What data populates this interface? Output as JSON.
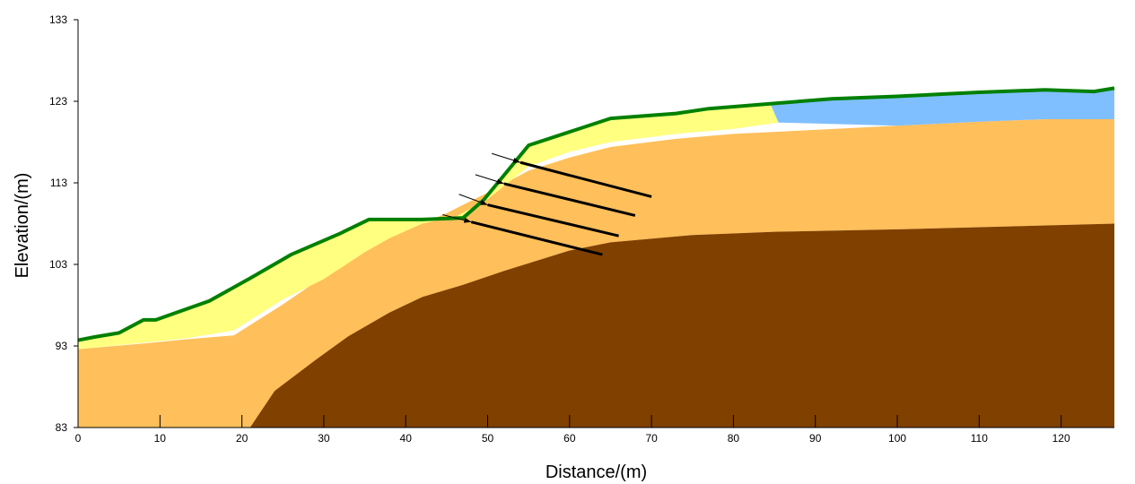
{
  "chart_data": {
    "type": "area",
    "xlabel": "Distance/(m)",
    "ylabel": "Elevation/(m)",
    "xlim": [
      0,
      126.5
    ],
    "ylim": [
      83,
      133
    ],
    "x_ticks": [
      0,
      10,
      20,
      30,
      40,
      50,
      60,
      70,
      80,
      90,
      100,
      110,
      120
    ],
    "y_ticks": [
      83,
      93,
      103,
      113,
      123,
      133
    ],
    "colors": {
      "bedrock": "#804000",
      "middle_layer": "#ffbf5a",
      "top_layer": "#ffff80",
      "water": "#80bfff",
      "ground_surface_line": "#008000",
      "anchor": "#000000"
    },
    "layers": [
      {
        "color_key": "middle_layer",
        "polygon": [
          [
            0,
            92.6
          ],
          [
            8,
            93.3
          ],
          [
            13,
            93.8
          ],
          [
            19,
            94.3
          ],
          [
            25,
            98.1
          ],
          [
            35,
            105
          ],
          [
            42,
            108
          ],
          [
            45,
            109.3
          ],
          [
            50,
            111.8
          ],
          [
            55,
            114.5
          ],
          [
            60,
            116.1
          ],
          [
            65,
            117.4
          ],
          [
            73,
            118.4
          ],
          [
            80,
            119
          ],
          [
            86,
            119.3
          ],
          [
            100,
            120
          ],
          [
            110,
            120.5
          ],
          [
            118,
            120.8
          ],
          [
            126.5,
            120.8
          ],
          [
            126.5,
            108
          ],
          [
            100,
            107.3
          ],
          [
            85,
            107
          ],
          [
            75,
            106.6
          ],
          [
            65,
            105.7
          ],
          [
            60,
            104.7
          ],
          [
            52,
            102.2
          ],
          [
            47,
            100.5
          ],
          [
            42,
            99
          ],
          [
            38,
            97.1
          ],
          [
            33,
            94.2
          ],
          [
            29,
            91.3
          ],
          [
            24,
            87.5
          ],
          [
            21,
            83
          ],
          [
            0,
            83
          ]
        ]
      },
      {
        "color_key": "bedrock",
        "polygon": [
          [
            21,
            83
          ],
          [
            24,
            87.5
          ],
          [
            29,
            91.3
          ],
          [
            33,
            94.2
          ],
          [
            38,
            97.1
          ],
          [
            42,
            99
          ],
          [
            47,
            100.5
          ],
          [
            52,
            102.2
          ],
          [
            60,
            104.7
          ],
          [
            65,
            105.7
          ],
          [
            75,
            106.6
          ],
          [
            85,
            107
          ],
          [
            100,
            107.3
          ],
          [
            126.5,
            108
          ],
          [
            126.5,
            83
          ]
        ]
      },
      {
        "color_key": "top_layer",
        "polygon": [
          [
            0,
            93.7
          ],
          [
            2,
            94.1
          ],
          [
            5,
            94.6
          ],
          [
            8,
            96.2
          ],
          [
            9.5,
            96.2
          ],
          [
            12,
            97.1
          ],
          [
            16,
            98.5
          ],
          [
            21,
            101.3
          ],
          [
            26,
            104.2
          ],
          [
            32,
            106.8
          ],
          [
            35.5,
            108.5
          ],
          [
            42,
            108.5
          ],
          [
            47,
            108.7
          ],
          [
            49.5,
            110.9
          ],
          [
            55,
            117.6
          ],
          [
            65,
            120.9
          ],
          [
            73,
            121.5
          ],
          [
            77,
            122.1
          ],
          [
            84.5,
            122.7
          ],
          [
            85.5,
            120.4
          ],
          [
            80,
            119.6
          ],
          [
            73,
            119
          ],
          [
            65,
            118
          ],
          [
            60,
            116.8
          ],
          [
            55,
            115
          ],
          [
            50,
            111
          ],
          [
            46,
            108.8
          ],
          [
            42,
            108
          ],
          [
            38,
            106.2
          ],
          [
            35,
            104.5
          ],
          [
            30,
            101.2
          ],
          [
            25,
            98.7
          ],
          [
            19,
            94.9
          ],
          [
            13,
            93.9
          ],
          [
            8,
            93.4
          ],
          [
            0,
            92.6
          ]
        ]
      },
      {
        "color_key": "water",
        "polygon": [
          [
            84.5,
            122.7
          ],
          [
            92,
            123.3
          ],
          [
            100,
            123.6
          ],
          [
            106,
            123.9
          ],
          [
            110,
            124.1
          ],
          [
            118,
            124.4
          ],
          [
            124,
            124.2
          ],
          [
            126.5,
            124.6
          ],
          [
            126.5,
            120.8
          ],
          [
            118,
            120.8
          ],
          [
            110,
            120.5
          ],
          [
            100,
            120
          ],
          [
            85.5,
            120.4
          ]
        ]
      }
    ],
    "ground_surface": [
      [
        0,
        93.7
      ],
      [
        2,
        94.1
      ],
      [
        5,
        94.6
      ],
      [
        8,
        96.2
      ],
      [
        9.5,
        96.2
      ],
      [
        12,
        97.1
      ],
      [
        16,
        98.5
      ],
      [
        21,
        101.3
      ],
      [
        26,
        104.2
      ],
      [
        32,
        106.8
      ],
      [
        35.5,
        108.5
      ],
      [
        42,
        108.5
      ],
      [
        47,
        108.7
      ],
      [
        49.5,
        110.9
      ],
      [
        55,
        117.6
      ],
      [
        65,
        120.9
      ],
      [
        73,
        121.5
      ],
      [
        77,
        122.1
      ],
      [
        84.5,
        122.7
      ],
      [
        92,
        123.3
      ],
      [
        100,
        123.6
      ],
      [
        106,
        123.9
      ],
      [
        110,
        124.1
      ],
      [
        118,
        124.4
      ],
      [
        124,
        124.2
      ],
      [
        126.5,
        124.6
      ]
    ],
    "anchors": [
      {
        "start": [
          54,
          115.5
        ],
        "end": [
          70,
          111.3
        ],
        "arrow_from": [
          50.5,
          116.6
        ]
      },
      {
        "start": [
          52,
          112.9
        ],
        "end": [
          68,
          109
        ],
        "arrow_from": [
          48.5,
          114
        ]
      },
      {
        "start": [
          50,
          110.3
        ],
        "end": [
          66,
          106.5
        ],
        "arrow_from": [
          46.5,
          111.6
        ]
      },
      {
        "start": [
          48,
          108.2
        ],
        "end": [
          64,
          104.2
        ],
        "arrow_from": [
          44.5,
          109.1
        ]
      }
    ]
  }
}
